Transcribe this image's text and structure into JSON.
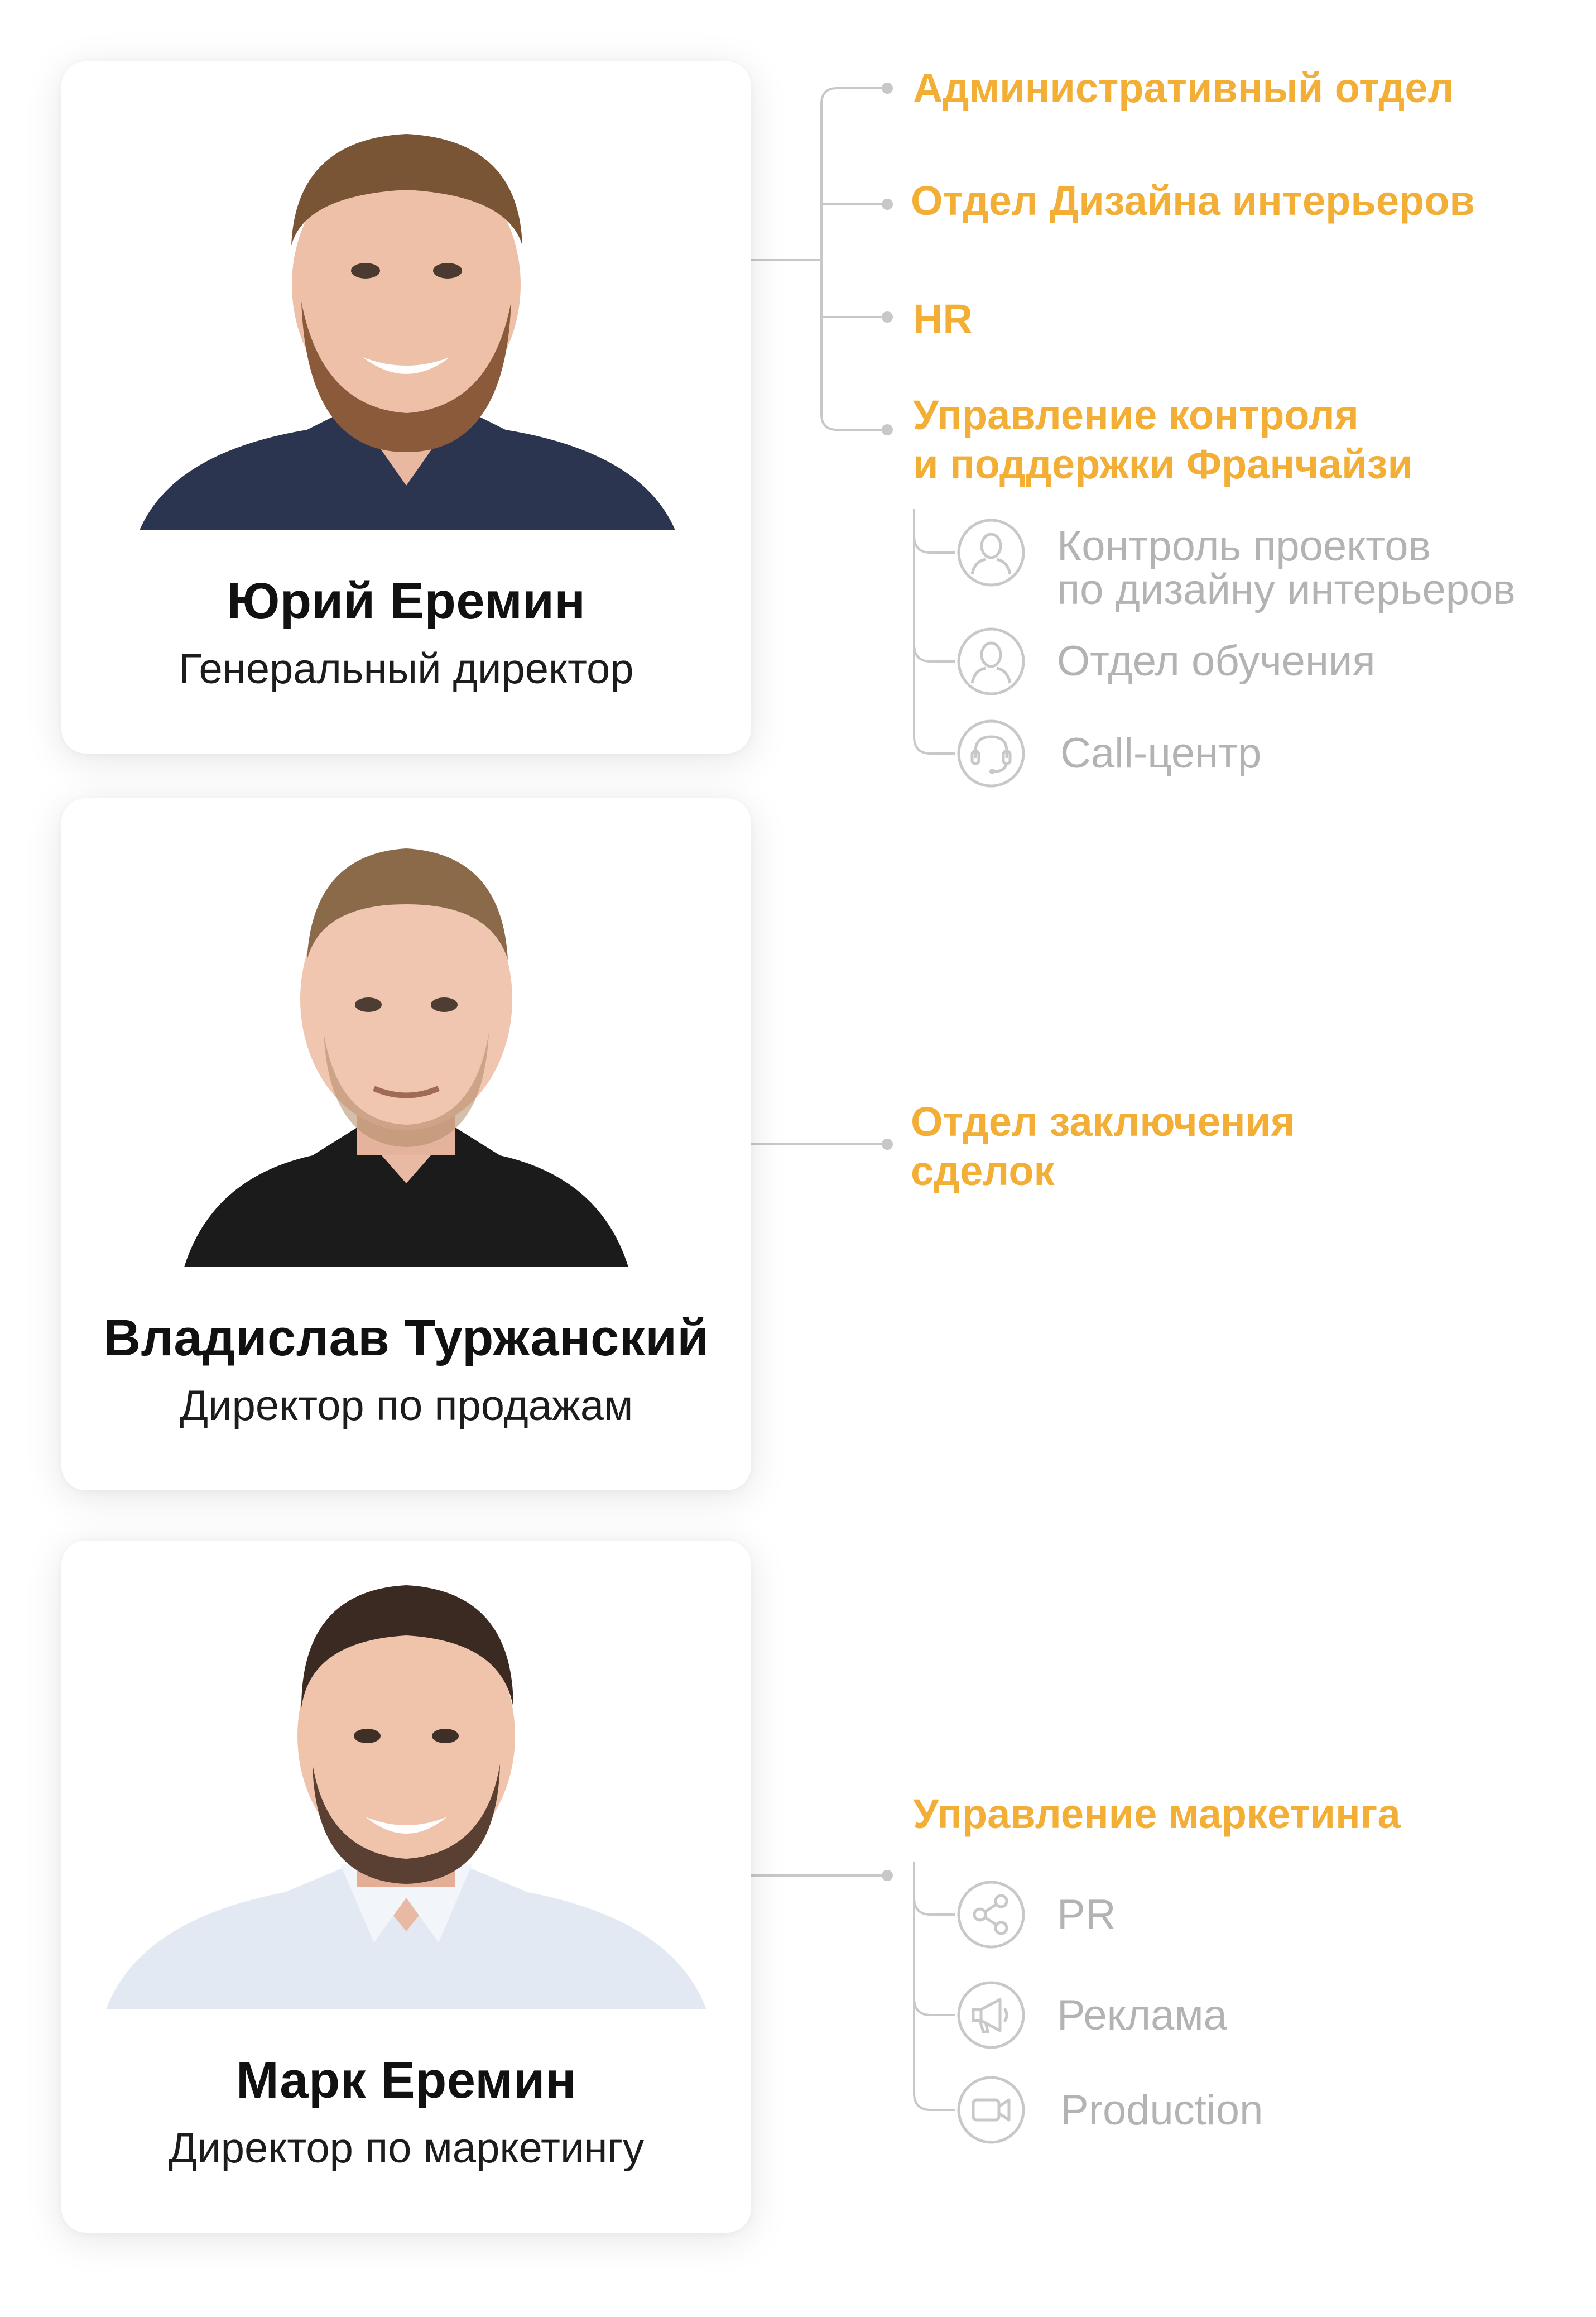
{
  "colors": {
    "accent": "#f3ae36",
    "muted_text": "#b3b3b3",
    "line": "#c8c8c8",
    "name_text": "#111111"
  },
  "people": [
    {
      "name": "Юрий Еремин",
      "role": "Генеральный директор",
      "departments": [
        {
          "label": "Административный отдел"
        },
        {
          "label": "Отдел Дизайна интерьеров"
        },
        {
          "label": "HR"
        },
        {
          "label_line1": "Управление контроля",
          "label_line2": "и поддержки Франчайзи"
        }
      ],
      "subunits": [
        {
          "icon": "person-icon",
          "label_line1": "Контроль проектов",
          "label_line2": "по дизайну интерьеров"
        },
        {
          "icon": "person-icon",
          "label": "Отдел обучения"
        },
        {
          "icon": "headset-icon",
          "label": "Call-центр"
        }
      ]
    },
    {
      "name": "Владислав Туржанский",
      "role": "Директор по продажам",
      "departments": [
        {
          "label_line1": "Отдел заключения",
          "label_line2": "сделок"
        }
      ]
    },
    {
      "name": "Марк Еремин",
      "role": "Директор по маркетингу",
      "departments": [
        {
          "label": "Управление маркетинга"
        }
      ],
      "subunits": [
        {
          "icon": "share-icon",
          "label": "PR"
        },
        {
          "icon": "megaphone-icon",
          "label": "Реклама"
        },
        {
          "icon": "video-camera-icon",
          "label": "Production"
        }
      ]
    }
  ]
}
